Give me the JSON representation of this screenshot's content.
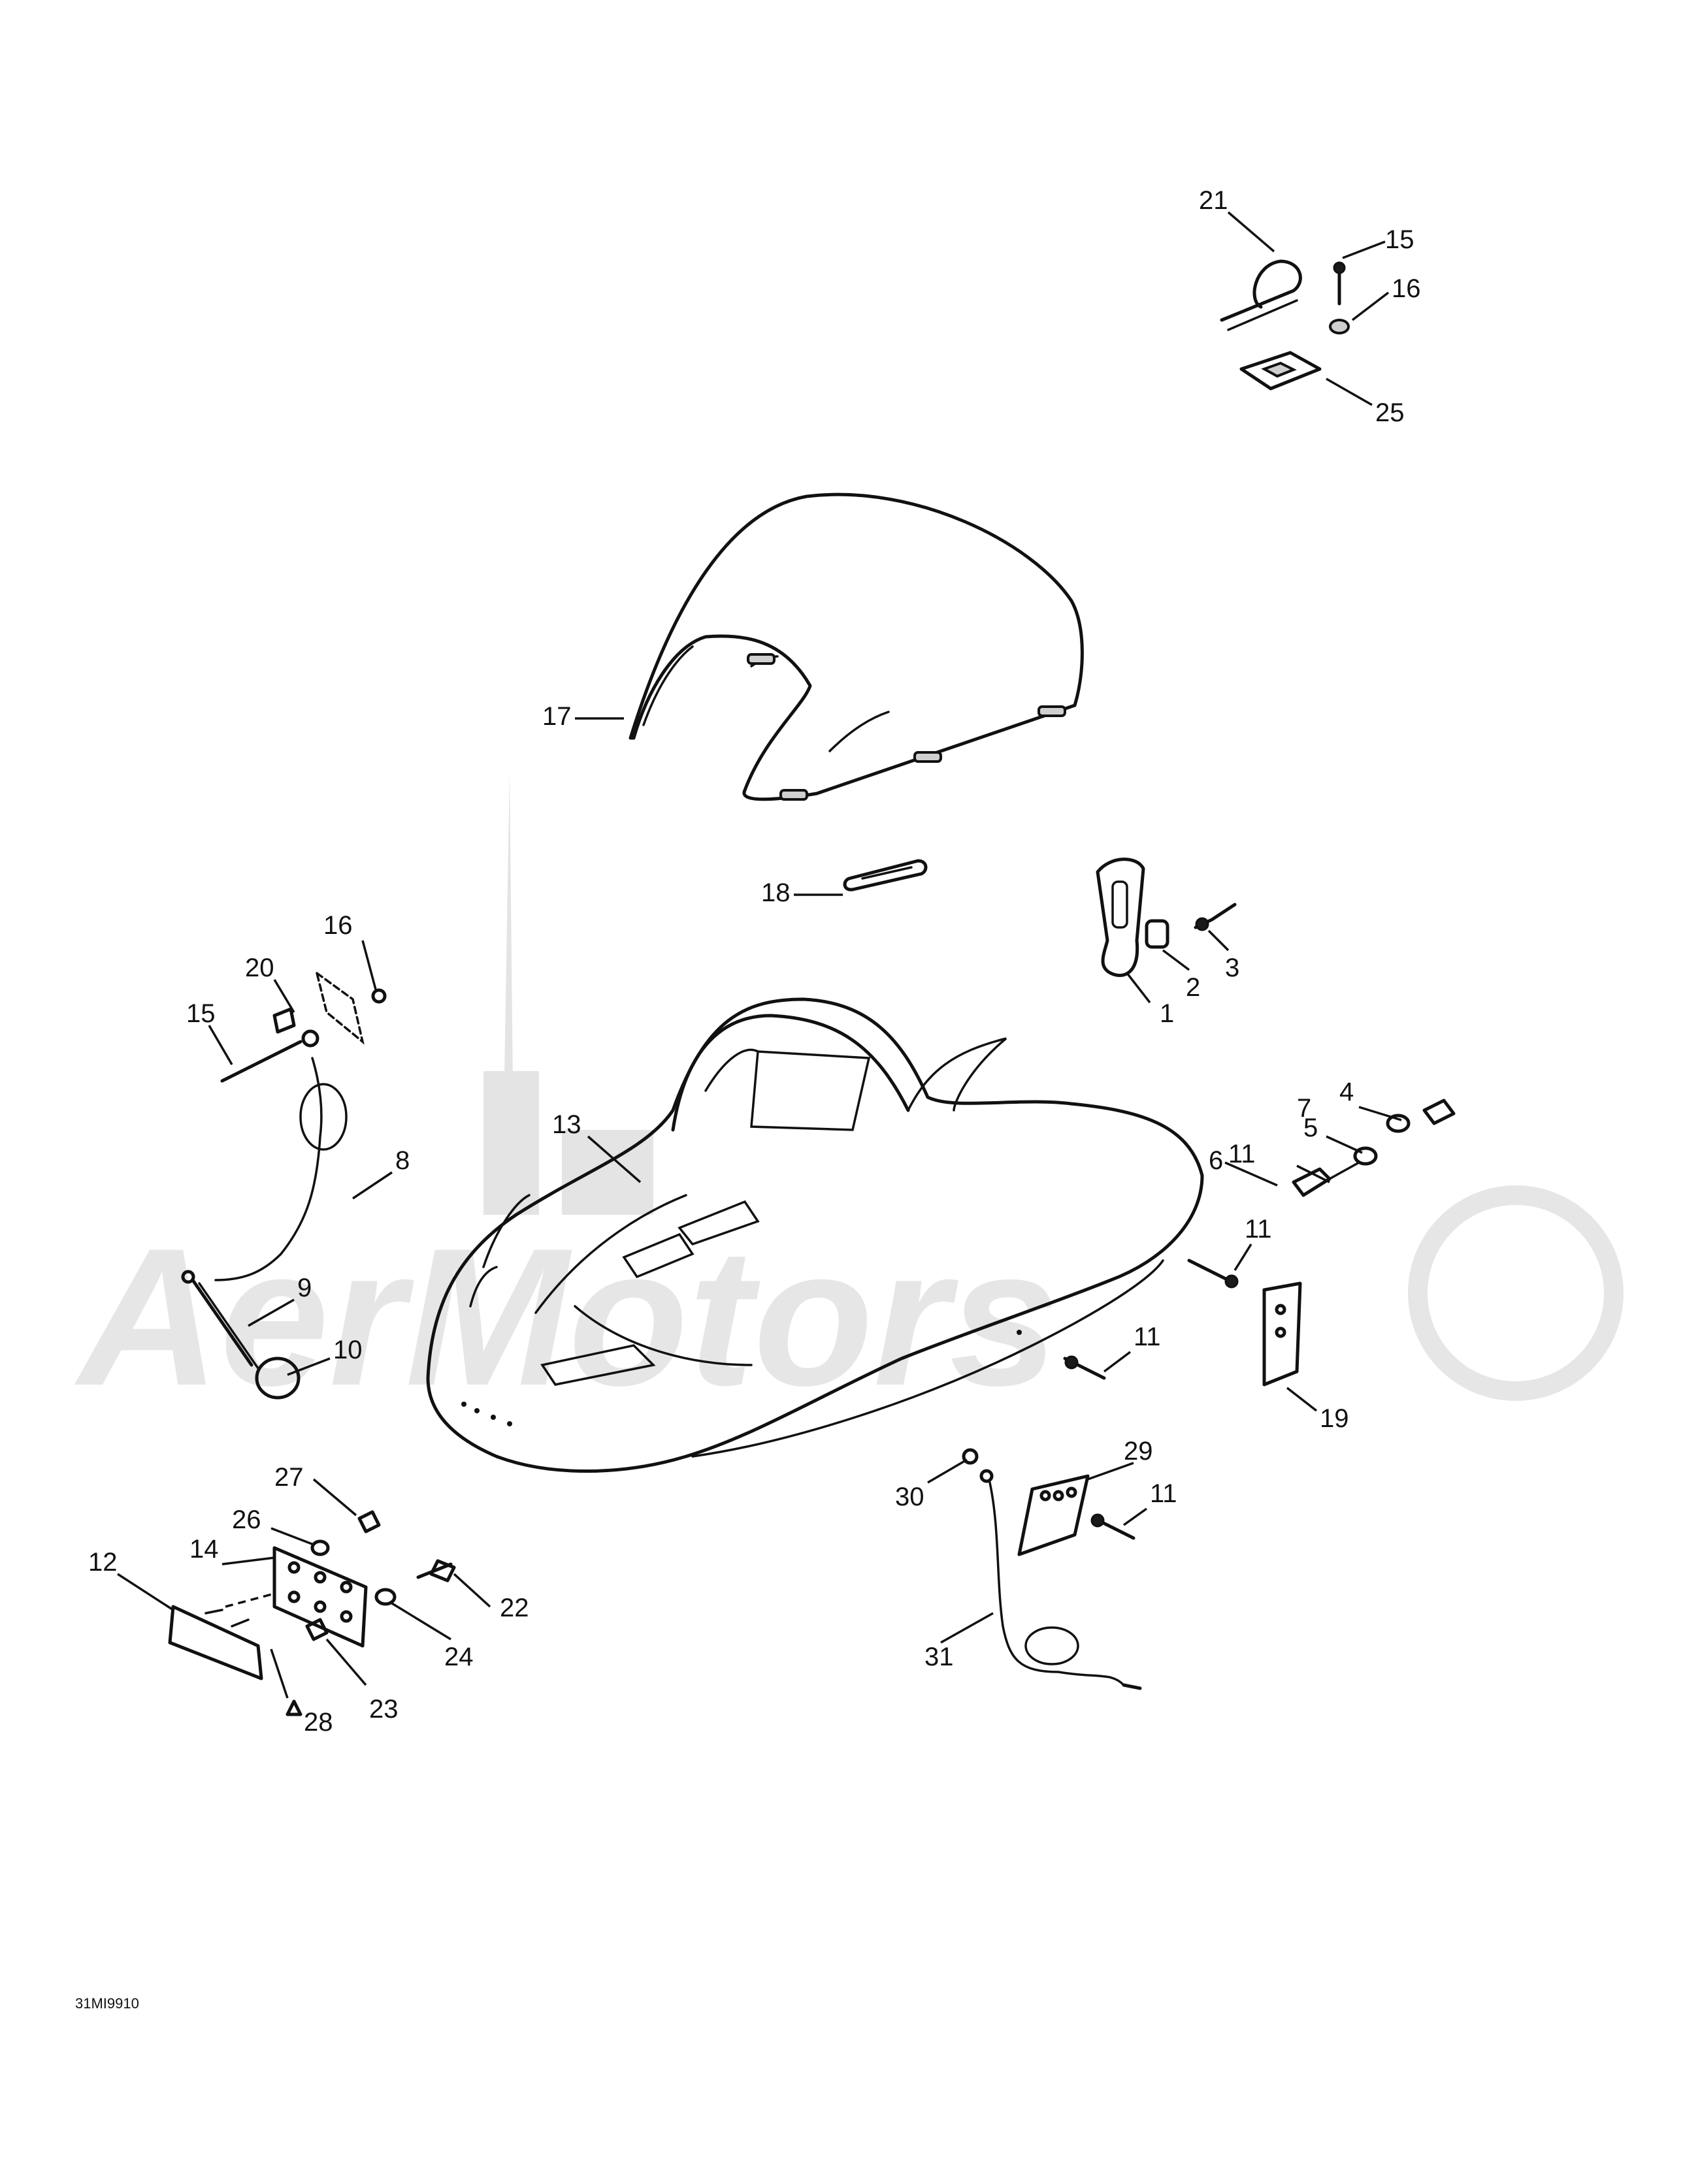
{
  "diagram": {
    "callouts": [
      "1",
      "2",
      "3",
      "4",
      "5",
      "6",
      "7",
      "8",
      "9",
      "10",
      "11",
      "11",
      "11",
      "11",
      "12",
      "13",
      "14",
      "15",
      "15",
      "16",
      "16",
      "17",
      "18",
      "19",
      "20",
      "21",
      "22",
      "23",
      "24",
      "25",
      "26",
      "27",
      "28",
      "29",
      "30",
      "31"
    ],
    "code": "31MI9910"
  }
}
